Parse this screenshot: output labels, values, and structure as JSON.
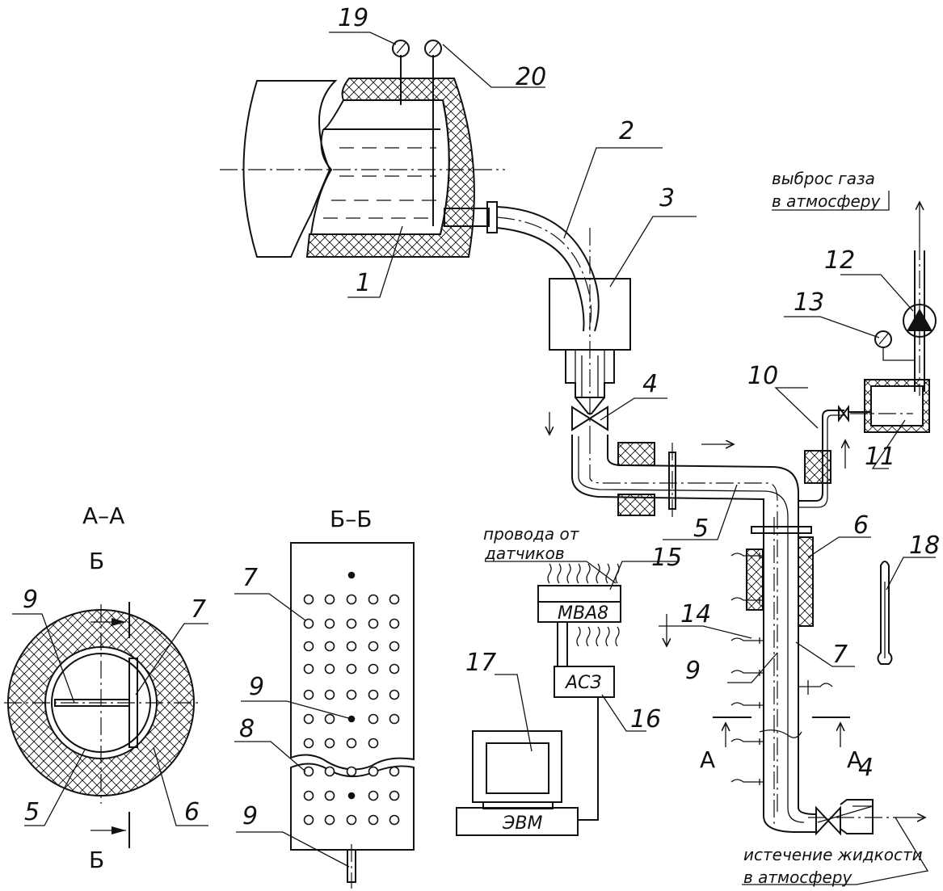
{
  "callouts": {
    "c1": "1",
    "c2": "2",
    "c3": "3",
    "c4a": "4",
    "c4b": "4",
    "c5a": "5",
    "c5b": "5",
    "c6a": "6",
    "c6b": "6",
    "c7a": "7",
    "c7b": "7",
    "c7c": "7",
    "c8": "8",
    "c9a": "9",
    "c9b": "9",
    "c9c": "9",
    "c9d": "9",
    "c10": "10",
    "c11": "11",
    "c12": "12",
    "c13": "13",
    "c14": "14",
    "c15": "15",
    "c16": "16",
    "c17": "17",
    "c18": "18",
    "c19": "19",
    "c20": "20"
  },
  "annotations": {
    "gas_exhaust_1": "выброс газа",
    "gas_exhaust_2": "в атмосферу",
    "sensor_wires_1": "провода от",
    "sensor_wires_2": "датчиков",
    "liquid_out_1": "истечение жидкости",
    "liquid_out_2": "в атмосферу"
  },
  "boxes": {
    "mva": "МВА8",
    "adc": "АСЗ",
    "computer": "ЭВМ"
  },
  "sections": {
    "aa_title": "А–А",
    "bb_title": "Б–Б",
    "b_top": "Б",
    "b_bottom": "Б",
    "a_left": "А",
    "a_right": "А"
  }
}
